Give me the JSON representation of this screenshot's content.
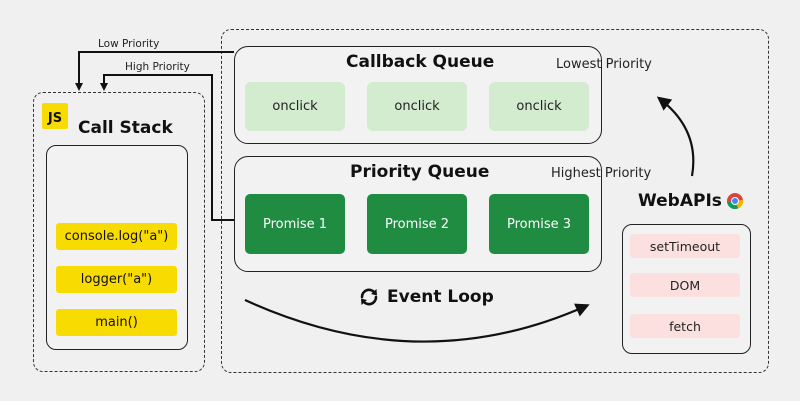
{
  "call_stack": {
    "badge": "JS",
    "title": "Call Stack",
    "items": [
      "console.log(\"a\")",
      "logger(\"a\")",
      "main()"
    ]
  },
  "callback_queue": {
    "title": "Callback Queue",
    "priority": "Lowest Priority",
    "items": [
      "onclick",
      "onclick",
      "onclick"
    ]
  },
  "priority_queue": {
    "title": "Priority Queue",
    "priority": "Highest Priority",
    "items": [
      "Promise 1",
      "Promise 2",
      "Promise 3"
    ]
  },
  "event_loop": {
    "label": "Event Loop",
    "icon": "refresh-icon"
  },
  "webapis": {
    "title": "WebAPIs",
    "icon": "chrome-icon",
    "items": [
      "setTimeout",
      "DOM",
      "fetch"
    ]
  },
  "arrows": {
    "low_label": "Low Priority",
    "high_label": "High Priority"
  },
  "colors": {
    "callback_item": "#d3ebcf",
    "promise_item": "#1f8c42",
    "stack_item": "#f8db00",
    "api_item": "#fce0e0",
    "background": "#f0f0f0"
  }
}
